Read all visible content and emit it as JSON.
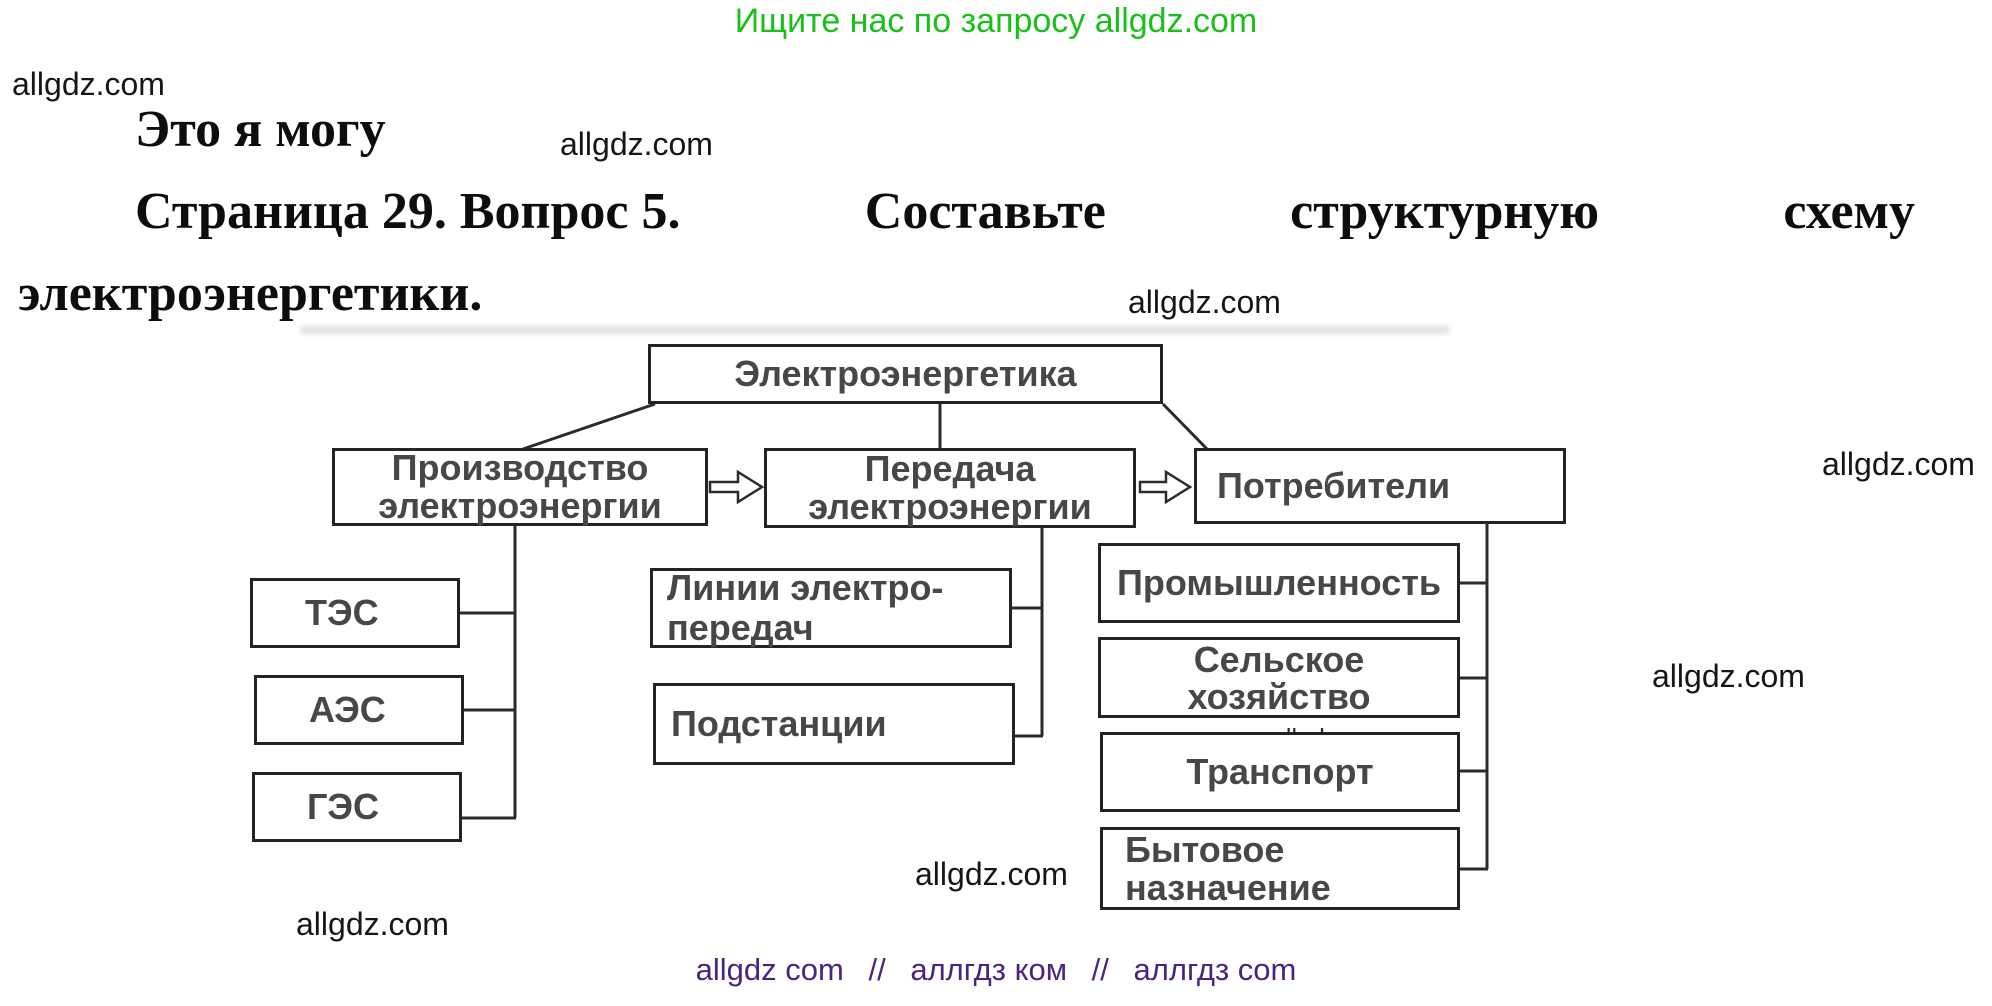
{
  "banner": {
    "text": "Ищите нас по запросу allgdz.com",
    "color": "#1bbf1b"
  },
  "watermark": {
    "text": "allgdz.com"
  },
  "heading": {
    "intro": "Это я могу",
    "line1": {
      "part1": "Страница 29. Вопрос 5.",
      "part2": "Составьте",
      "part3": "структурную",
      "part4": "схему"
    },
    "line2": "электроэнергетики."
  },
  "diagram": {
    "root": "Электроэнергетика",
    "production": "Производство\nэлектроэнергии",
    "transmission": "Передача\nэлектроэнергии",
    "consumers": "Потребители",
    "tes": "ТЭС",
    "aes": "АЭС",
    "ges": "ГЭС",
    "power_lines": "Линии электро-\nпередач",
    "substations": "Подстанции",
    "industry": "Промышленность",
    "agriculture": "Сельское\nхозяйство",
    "transport": "Транспорт",
    "household": "Бытовое\nназначение",
    "line_color": "#2b2b2b",
    "text_color": "#474747"
  },
  "footer": {
    "part1": "allgdz com",
    "sep": "//",
    "part2": "аллгдз ком",
    "part3": "аллгдз com",
    "color": "#4b2483"
  }
}
